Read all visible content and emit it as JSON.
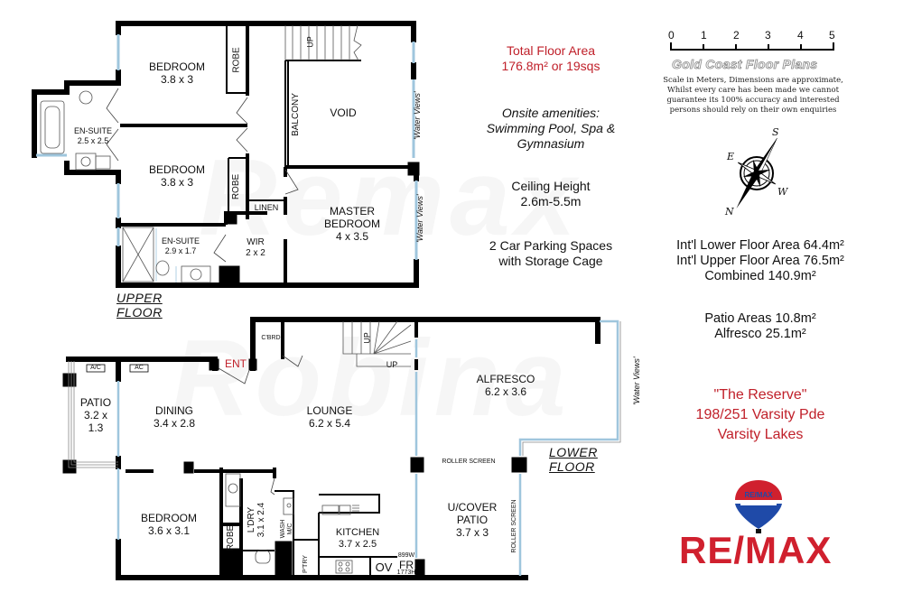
{
  "upper_floor": {
    "tag_line1": "UPPER",
    "tag_line2": "FLOOR",
    "rooms": [
      {
        "name": "BEDROOM",
        "size": "3.8 x 3"
      },
      {
        "name": "EN-SUITE",
        "size": "2.5 x 2.5"
      },
      {
        "name": "BEDROOM",
        "size": "3.8 x 3"
      },
      {
        "name": "EN-SUITE",
        "size": "2.9 x 1.7"
      },
      {
        "name": "WIR",
        "size": "2 x 2"
      },
      {
        "name": "MASTER BEDROOM",
        "size": "4 x 3.5"
      },
      {
        "name": "VOID",
        "size": ""
      }
    ],
    "labels": {
      "robe1": "ROBE",
      "robe2": "ROBE",
      "linen": "LINEN",
      "balcony": "BALCONY",
      "stairs_up": "UP",
      "water_views_1": "'Water Views'",
      "water_views_2": "'Water Views'",
      "master_line1": "MASTER",
      "master_line2": "BEDROOM"
    }
  },
  "lower_floor": {
    "tag_line1": "LOWER",
    "tag_line2": "FLOOR",
    "rooms": [
      {
        "name": "PATIO",
        "size_line1": "3.2 x",
        "size_line2": "1.3"
      },
      {
        "name": "DINING",
        "size": "3.4 x 2.8"
      },
      {
        "name": "LOUNGE",
        "size": "6.2 x 5.4"
      },
      {
        "name": "ALFRESCO",
        "size": "6.2 x 3.6"
      },
      {
        "name": "BEDROOM",
        "size": "3.6 x 3.1"
      },
      {
        "name": "L'DRY",
        "size": "3.1 x 2.4"
      },
      {
        "name": "KITCHEN",
        "size": "3.7 x 2.5"
      },
      {
        "name": "U/COVER PATIO",
        "size": "3.7 x 3"
      }
    ],
    "labels": {
      "ac1": "A/C",
      "ac2": "AC",
      "entry": "ENT",
      "cupboard": "C'BRD",
      "stairs_up1": "UP",
      "stairs_up2": "UP",
      "robe": "ROBE",
      "wash_line1": "WASH",
      "wash_line2": "M/C",
      "pantry": "P'TRY",
      "oven": "OV",
      "fridge": "FR",
      "fridge_w": "899W",
      "fridge_h": "1773H",
      "roller_screen_1": "ROLLER SCREEN",
      "roller_screen_2": "ROLLER SCREEN",
      "water_views": "'Water Views'",
      "ucover_line1": "U/COVER",
      "ucover_line2": "PATIO"
    }
  },
  "info": {
    "total_area_line1": "Total Floor Area",
    "total_area_line2": "176.8m² or 19sqs",
    "amenities_line1": "Onsite amenities:",
    "amenities_line2": "Swimming Pool, Spa &",
    "amenities_line3": "Gymnasium",
    "ceiling_line1": "Ceiling Height",
    "ceiling_line2": "2.6m-5.5m",
    "parking_line1": "2 Car Parking Spaces",
    "parking_line2": "with Storage Cage",
    "lower_area": "Int'l Lower Floor Area 64.4m²",
    "upper_area": "Int'l Upper Floor Area 76.5m²",
    "combined": "Combined 140.9m²",
    "patio_areas": "Patio Areas 10.8m²",
    "alfresco_area": "Alfresco 25.1m²"
  },
  "scale": {
    "ticks": [
      "0",
      "1",
      "2",
      "3",
      "4",
      "5"
    ],
    "unit": "Meters",
    "brand": "Gold Coast Floor Plans",
    "disclaimer_line1": "Scale in Meters, Dimensions are approximate,",
    "disclaimer_line2": "Whilst every care has been made we cannot",
    "disclaimer_line3": "guarantee its 100% accuracy and interested",
    "disclaimer_line4": "persons should rely on their own enquiries"
  },
  "compass": {
    "n": "N",
    "s": "S",
    "e": "E",
    "w": "W"
  },
  "address": {
    "line1": "\"The Reserve\"",
    "line2": "198/251 Varsity Pde",
    "line3": "Varsity Lakes"
  },
  "branding": {
    "logo_text": "RE/MAX",
    "balloon_text": "RE/MAX",
    "watermark_upper": "Remax",
    "watermark_lower": "Robina",
    "accent_color": "#c0202a",
    "wall_color": "#000000",
    "window_color": "#9fc6dd"
  }
}
